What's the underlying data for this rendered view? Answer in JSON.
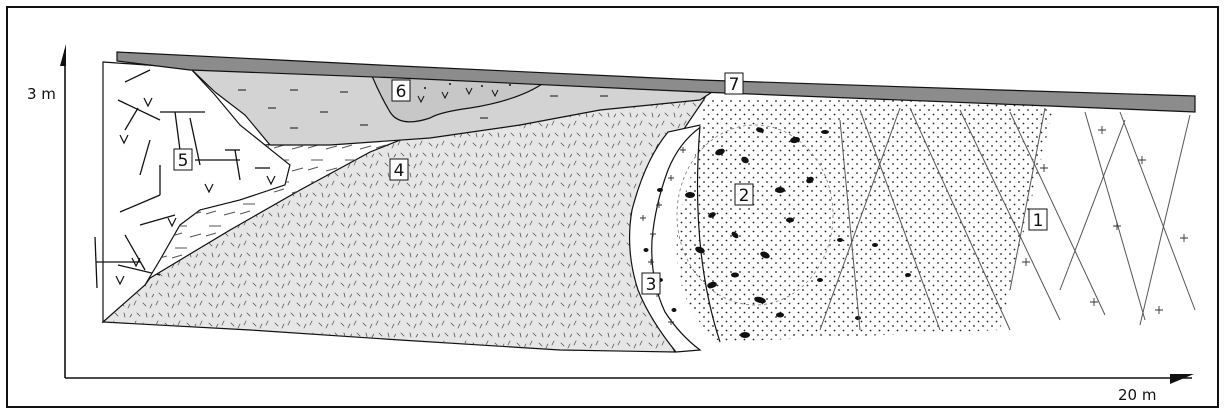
{
  "axes": {
    "y_label": "3 m",
    "x_label": "20 m"
  },
  "units": {
    "u1": "1",
    "u2": "2",
    "u3": "3",
    "u4": "4",
    "u5": "5",
    "u6": "6",
    "u7": "7"
  },
  "colors": {
    "surface_band": "#8c8c8c",
    "unit6_fill": "#d3d3d3",
    "unit4_fill": "#e6e6e6",
    "outline": "#111111"
  }
}
